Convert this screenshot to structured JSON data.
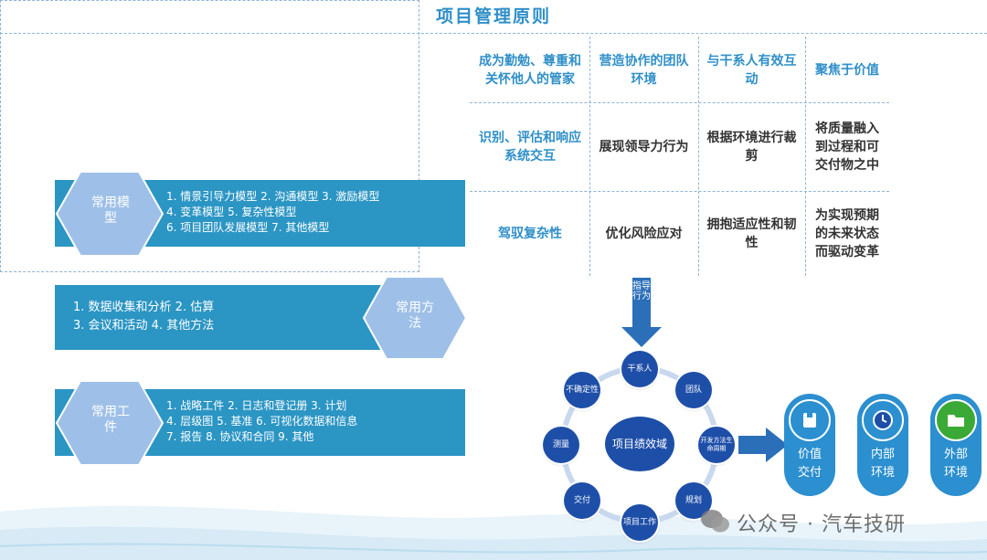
{
  "principles": {
    "title": "项目管理原则",
    "cells": [
      [
        "成为勤勉、尊重和关怀他人的管家",
        "营造协作的团队环境",
        "与干系人有效互动",
        "聚焦于价值"
      ],
      [
        "识别、评估和响应系统交互",
        "展现领导力行为",
        "根据环境进行裁剪",
        "将质量融入到过程和可交付物之中"
      ],
      [
        "驾驭复杂性",
        "优化风险应对",
        "拥抱适应性和韧性",
        "为实现预期的未来状态而驱动变革"
      ]
    ]
  },
  "guide_arrow": "指导行为",
  "models": {
    "hex": "常用模型",
    "lines": [
      "1.  情景引导力模型  2. 沟通模型  3. 激励模型",
      "4.  变革模型  5. 复杂性模型",
      "6.  项目团队发展模型  7. 其他模型"
    ]
  },
  "methods": {
    "hex": "常用方法",
    "lines": [
      "1.  数据收集和分析  2. 估算",
      "3.  会议和活动  4. 其他方法"
    ]
  },
  "tools": {
    "hex": "常用工件",
    "lines": [
      "1.  战略工件  2. 日志和登记册  3. 计划",
      "4.  层级图  5. 基准  6. 可视化数据和信息",
      "7.  报告  8. 协议和合同  9. 其他"
    ]
  },
  "wheel": {
    "center": "项目绩效域",
    "nodes": [
      "干系人",
      "团队",
      "开发方法生命周期",
      "规划",
      "项目工作",
      "交付",
      "测量",
      "不确定性"
    ]
  },
  "environments": [
    {
      "label": "价值交付",
      "icon": "box-icon",
      "color": "#ffffff"
    },
    {
      "label": "内部环境",
      "icon": "clock-icon",
      "color": "#1e4fa8"
    },
    {
      "label": "外部环境",
      "icon": "folder-icon",
      "color": "#3aa935"
    }
  ],
  "watermark": "公众号 · 汽车技研"
}
